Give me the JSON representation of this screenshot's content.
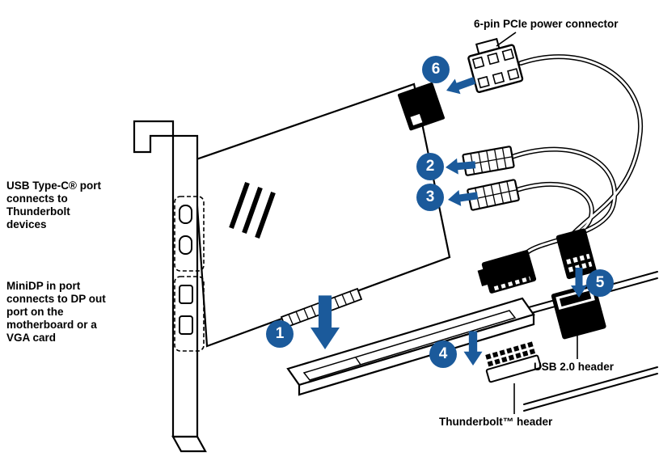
{
  "labels": {
    "power_connector": "6-pin PCIe power connector",
    "usb_typec_port": "USB Type-C® port connects to Thunderbolt devices",
    "minidp_port": "MiniDP in port connects to DP out port on the motherboard or a VGA card",
    "usb20_header": "USB 2.0 header",
    "thunderbolt_header": "Thunderbolt™ header"
  },
  "steps": [
    "1",
    "2",
    "3",
    "4",
    "5",
    "6"
  ],
  "colors": {
    "accent_blue": "#1b5a9b",
    "line_black": "#000000",
    "background": "#ffffff"
  }
}
